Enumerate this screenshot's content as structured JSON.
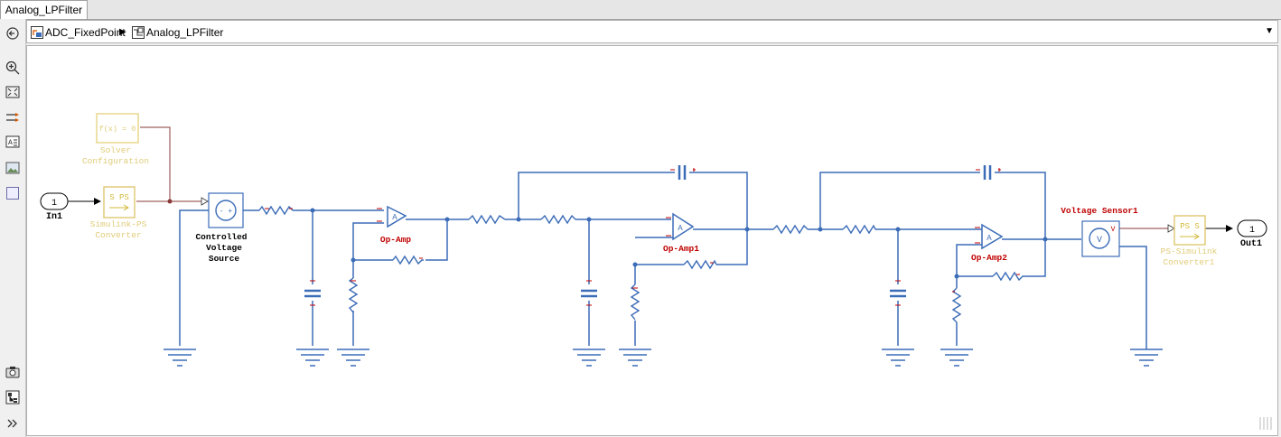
{
  "tab": {
    "label": "Analog_LPFilter"
  },
  "breadcrumb": {
    "items": [
      {
        "label": "ADC_FixedPoint"
      },
      {
        "label": "Analog_LPFilter"
      }
    ]
  },
  "toolbar": {
    "icons": [
      "back-arrow-icon",
      "zoom-in-icon",
      "fit-to-view-icon",
      "signal-hide-icon",
      "annotation-icon",
      "image-icon",
      "area-icon",
      "camera-icon",
      "model-browser-icon",
      "expand-icon"
    ]
  },
  "diagram": {
    "inport": {
      "number": "1",
      "name": "In1"
    },
    "outport": {
      "number": "1",
      "name": "Out1"
    },
    "solver": {
      "text": "f(x) = 0",
      "name_line1": "Solver",
      "name_line2": "Configuration"
    },
    "sps": {
      "text": "S PS",
      "name_line1": "Simulink-PS",
      "name_line2": "Converter"
    },
    "cvs": {
      "name_line1": "Controlled",
      "name_line2": "Voltage",
      "name_line3": "Source"
    },
    "opamps": [
      {
        "glyph": "A",
        "name": "Op-Amp"
      },
      {
        "glyph": "A",
        "name": "Op-Amp1"
      },
      {
        "glyph": "A",
        "name": "Op-Amp2"
      }
    ],
    "vsensor": {
      "glyph": "V",
      "port": "V",
      "name": "Voltage Sensor1"
    },
    "pss": {
      "text": "PS S",
      "name_line1": "PS-Simulink",
      "name_line2": "Converter1"
    },
    "colors": {
      "wire": "#3b6cb7",
      "signal": "#000000",
      "physical": "#8b3a3a",
      "block_text": "#d4b83a",
      "label_red": "#c00000",
      "label_black": "#000000"
    }
  }
}
